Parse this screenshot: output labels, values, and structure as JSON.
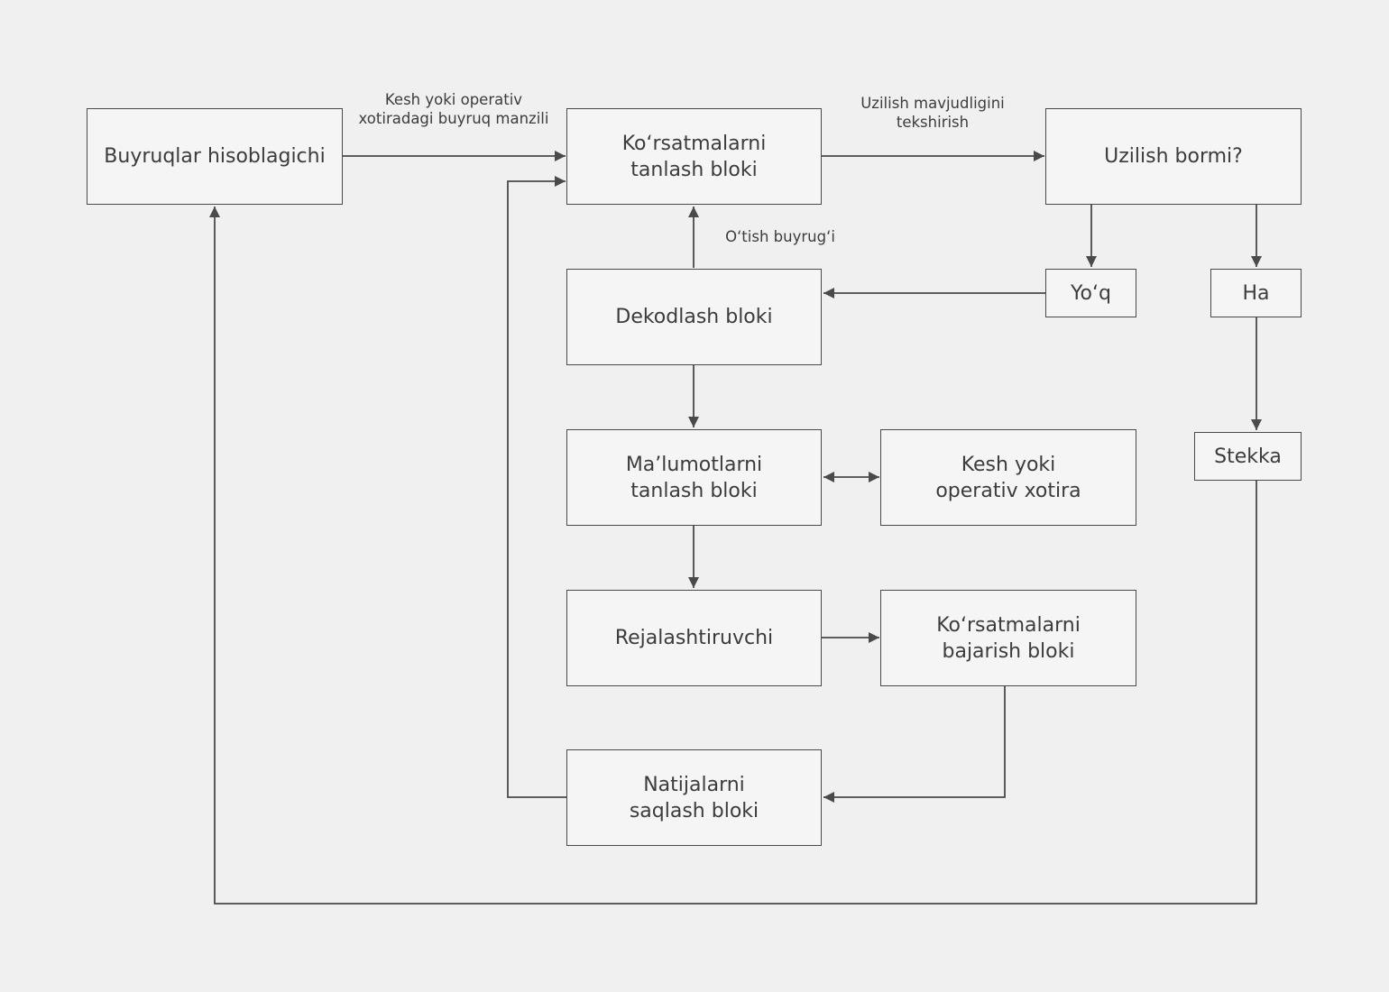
{
  "nodes": {
    "counter": "Buyruqlar hisoblagichi",
    "fetch": "Ko‘rsatmalarni\ntanlash bloki",
    "interrupt_check": "Uzilish bormi?",
    "no": "Yo‘q",
    "yes": "Ha",
    "decode": "Dekodlash bloki",
    "stack": "Stekka",
    "data_fetch": "Ma’lumotlarni\ntanlash bloki",
    "memory": "Kesh yoki\noperativ xotira",
    "scheduler": "Rejalashtiruvchi",
    "execute": "Ko‘rsatmalarni\nbajarish bloki",
    "store": "Natijalarni\nsaqlash bloki"
  },
  "edge_labels": {
    "address": "Kesh yoki operativ\nxotiradagi buyruq manzili",
    "check": "Uzilish mavjudligini\ntekshirish",
    "jump": "O‘tish buyrug‘i"
  },
  "colors": {
    "background": "#f0f0f0",
    "box_fill": "#f5f5f5",
    "stroke": "#4a4a4a",
    "text": "#3c3c3c"
  }
}
